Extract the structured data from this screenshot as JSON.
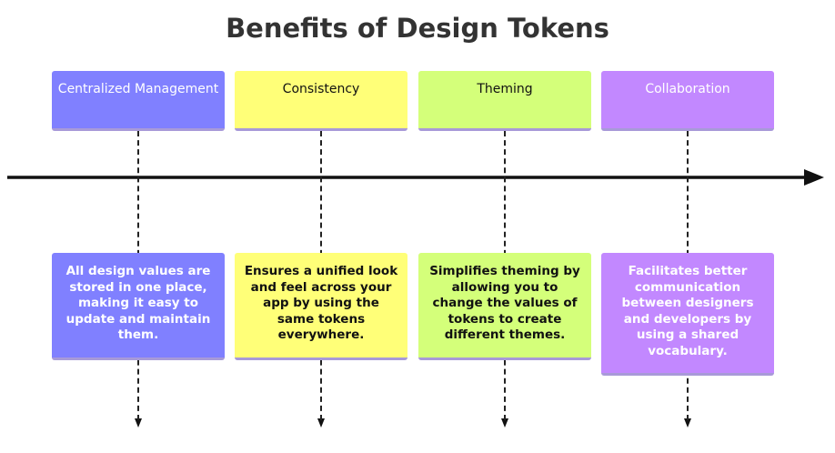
{
  "title": "Benefits of Design Tokens",
  "sections": [
    {
      "label": "Centralized Management",
      "detail": "All design values are stored in one place, making it easy to update and maintain them.",
      "color": "#8080ff",
      "text_color": "#ffffff"
    },
    {
      "label": "Consistency",
      "detail": "Ensures a unified look and feel across your app by using the same tokens everywhere.",
      "color": "#ffff78",
      "text_color": "#111111"
    },
    {
      "label": "Theming",
      "detail": "Simplifies theming by allowing you to change the values of tokens to create different themes.",
      "color": "#d4ff7a",
      "text_color": "#111111"
    },
    {
      "label": "Collaboration",
      "detail": "Facilitates better communication between designers and developers by using a shared vocabulary.",
      "color": "#c288ff",
      "text_color": "#ffffff"
    }
  ]
}
